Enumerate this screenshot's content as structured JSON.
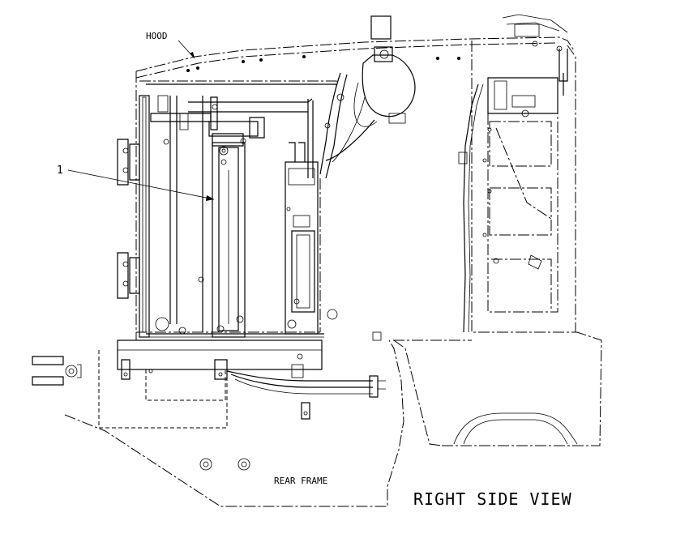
{
  "labels": {
    "hood": "HOOD",
    "rear_frame": "REAR FRAME",
    "callout_1": "1",
    "view_title": "RIGHT SIDE VIEW"
  }
}
